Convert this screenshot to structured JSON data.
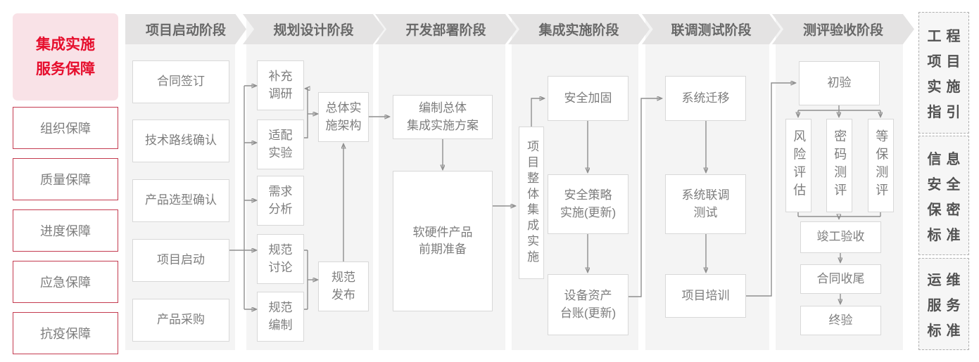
{
  "sidebar": {
    "title": "集成实施\n服务保障",
    "items": [
      "组织保障",
      "质量保障",
      "进度保障",
      "应急保障",
      "抗疫保障"
    ]
  },
  "phases": [
    {
      "header": "项目启动阶段",
      "boxes": {
        "contract_signing": "合同签订",
        "tech_route_confirm": "技术路线确认",
        "product_selection_confirm": "产品选型确认",
        "project_kickoff": "项目启动",
        "product_procurement": "产品采购"
      }
    },
    {
      "header": "规划设计阶段",
      "boxes": {
        "supplementary_research": "补充\n调研",
        "adaptation_test": "适配\n实验",
        "requirement_analysis": "需求\n分析",
        "spec_discussion": "规范\n讨论",
        "spec_drafting": "规范\n编制",
        "overall_impl_architecture": "总体实\n施架构",
        "spec_release": "规范\n发布"
      }
    },
    {
      "header": "开发部署阶段",
      "boxes": {
        "overall_integration_plan": "编制总体\n集成实施方案",
        "hw_sw_preparation": "软硬件产品\n前期准备"
      }
    },
    {
      "header": "集成实施阶段",
      "boxes": {
        "overall_integration_impl": "项目整体集成实施",
        "security_hardening": "安全加固",
        "security_policy_impl": "安全策略\n实施(更新)",
        "asset_ledger_update": "设备资产\n台账(更新)"
      }
    },
    {
      "header": "联调测试阶段",
      "boxes": {
        "system_migration": "系统迁移",
        "joint_debug_test": "系统联调\n测试",
        "project_training": "项目培训"
      }
    },
    {
      "header": "测评验收阶段",
      "boxes": {
        "initial_acceptance": "初验",
        "risk_assessment": "风险评估",
        "crypto_test": "密码测评",
        "classified_protection_test": "等保测评",
        "completion_acceptance": "竣工验收",
        "contract_closure": "合同收尾",
        "final_acceptance": "终验"
      }
    }
  ],
  "standards": [
    {
      "words": [
        "工程",
        "项目",
        "实施",
        "指引"
      ]
    },
    {
      "words": [
        "信息",
        "安全",
        "保密",
        "标准"
      ]
    },
    {
      "words": [
        "运维",
        "服务",
        "标准"
      ]
    }
  ],
  "colors": {
    "accent_red": "#e60e2d",
    "sidebar_border_red": "#c43b50",
    "pink_bg": "#f9e2e7",
    "panel_bg": "#f4f4f4",
    "header_band_bg": "#e4e3e3",
    "line_gray": "#8f8f8f"
  }
}
